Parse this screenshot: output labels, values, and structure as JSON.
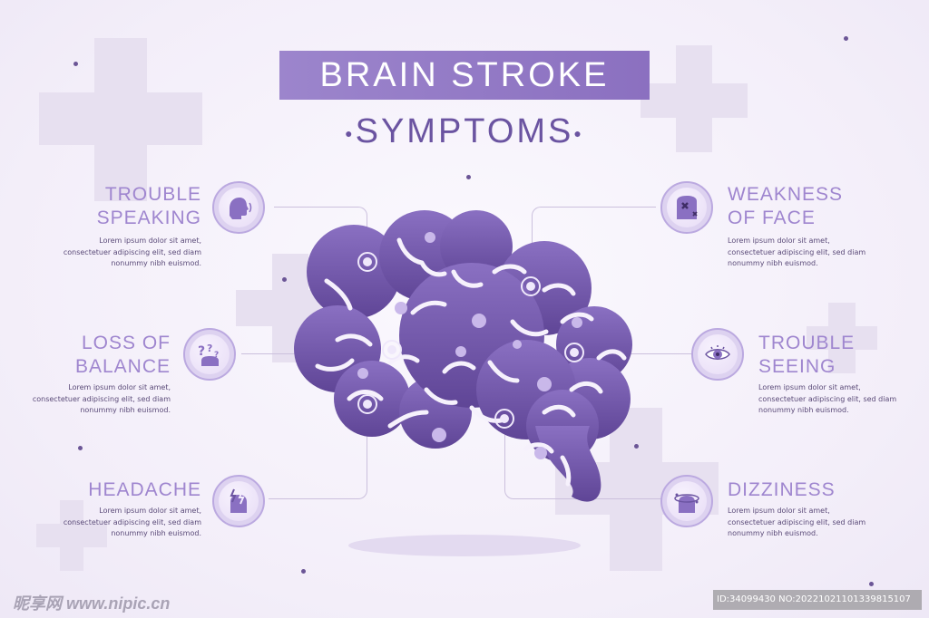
{
  "title": "BRAIN STROKE",
  "subtitle": "SYMPTOMS",
  "symptoms": [
    {
      "id": "trouble-speaking",
      "line1": "TROUBLE",
      "line2": "SPEAKING",
      "desc": "Lorem ipsum dolor sit amet,\nconsectetuer adipiscing elit, sed diam\nnonummy nibh euismod.",
      "icon": "speaking-head-icon"
    },
    {
      "id": "loss-of-balance",
      "line1": "LOSS OF",
      "line2": "BALANCE",
      "desc": "Lorem ipsum dolor sit amet,\nconsectetuer adipiscing elit, sed diam\nnonummy nibh euismod.",
      "icon": "question-marks-icon"
    },
    {
      "id": "headache",
      "line1": "HEADACHE",
      "line2": "",
      "desc": "Lorem ipsum dolor sit amet,\nconsectetuer adipiscing elit, sed diam\nnonummy nibh euismod.",
      "icon": "lightning-head-icon"
    },
    {
      "id": "weakness-of-face",
      "line1": "WEAKNESS",
      "line2": "OF FACE",
      "desc": "Lorem ipsum dolor sit amet,\nconsectetuer adipiscing elit, sed diam\nnonummy nibh euismod.",
      "icon": "face-x-icon"
    },
    {
      "id": "trouble-seeing",
      "line1": "TROUBLE",
      "line2": "SEEING",
      "desc": "Lorem ipsum dolor sit amet,\nconsectetuer adipiscing elit, sed diam\nnonummy nibh euismod.",
      "icon": "eye-icon"
    },
    {
      "id": "dizziness",
      "line1": "DIZZINESS",
      "line2": "",
      "desc": "Lorem ipsum dolor sit amet,\nconsectetuer adipiscing elit, sed diam\nnonummy nibh euismod.",
      "icon": "dizzy-head-icon"
    }
  ],
  "colors": {
    "accent": "#9f86cf",
    "brain": "#7a5fb0",
    "title_dark": "#6b54a1",
    "banner": "#9c85cc"
  },
  "watermark": {
    "left": "昵享网 www.nipic.cn",
    "right": "ID:34099430 NO:20221021101339815107"
  }
}
